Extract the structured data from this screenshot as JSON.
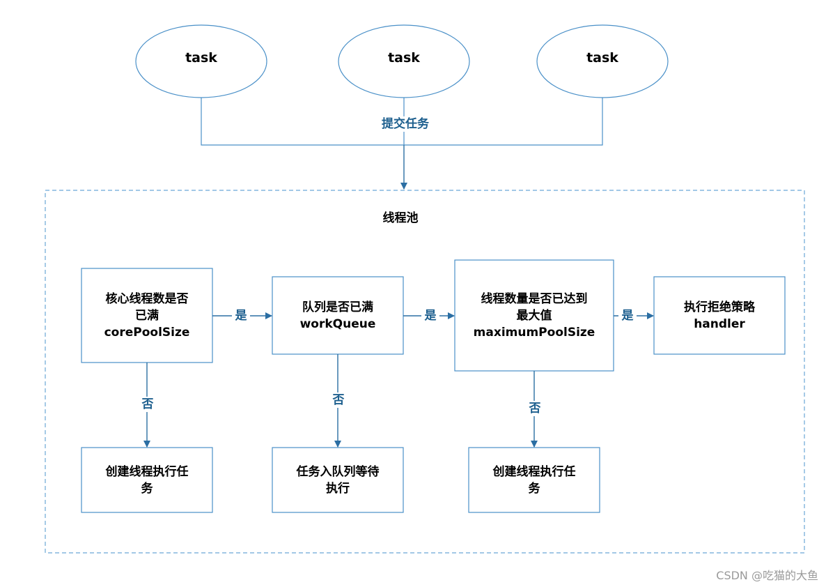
{
  "tasks": [
    "task",
    "task",
    "task"
  ],
  "submit_label": "提交任务",
  "pool": {
    "title": "线程池"
  },
  "nodes": {
    "core": {
      "line1": "核心线程数是否",
      "line2": "已满",
      "line3": "corePoolSize"
    },
    "queue": {
      "line1": "队列是否已满",
      "line2": "workQueue"
    },
    "max": {
      "line1": "线程数量是否已达到",
      "line2": "最大值",
      "line3": "maximumPoolSize"
    },
    "reject": {
      "line1": "执行拒绝策略",
      "line2": "handler"
    },
    "create1": {
      "line1": "创建线程执行任",
      "line2": "务"
    },
    "enqueue": {
      "line1": "任务入队列等待",
      "line2": "执行"
    },
    "create2": {
      "line1": "创建线程执行任",
      "line2": "务"
    }
  },
  "edge_labels": {
    "yes": "是",
    "no": "否"
  },
  "colors": {
    "stroke": "#4a90c8",
    "edge_text": "#1d5f8e"
  },
  "watermark": "CSDN @吃猫的大鱼"
}
